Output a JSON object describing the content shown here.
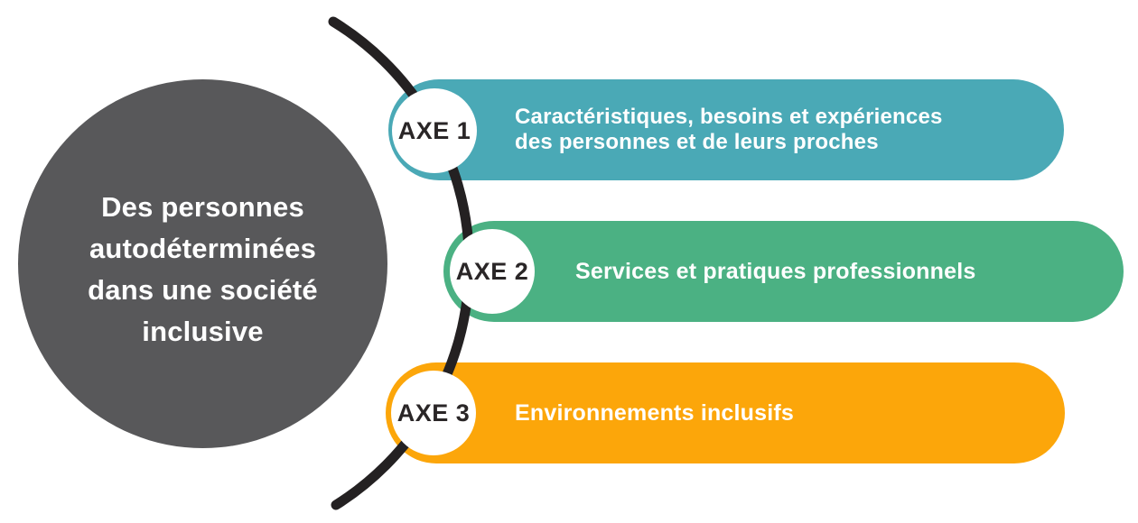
{
  "page": {
    "background": "#FFFFFF"
  },
  "hub": {
    "color": "#58585A",
    "text_color": "#FFFFFF",
    "lines": [
      "Des personnes",
      "autodéterminées",
      "dans une société",
      "inclusive"
    ]
  },
  "connector": {
    "color": "#242122"
  },
  "badge_style": {
    "background": "#FFFFFF",
    "text_color": "#2A2627"
  },
  "axes": [
    {
      "badge": "AXE 1",
      "color": "#4AA9B6",
      "text_color": "#FFFFFF",
      "lines": [
        "Caractéristiques, besoins et expériences",
        "des personnes et de leurs proches"
      ]
    },
    {
      "badge": "AXE 2",
      "color": "#4BB183",
      "text_color": "#FFFFFF",
      "lines": [
        "Services et pratiques professionnels"
      ]
    },
    {
      "badge": "AXE 3",
      "color": "#FCA60A",
      "text_color": "#FFFFFF",
      "lines": [
        "Environnements inclusifs"
      ]
    }
  ]
}
